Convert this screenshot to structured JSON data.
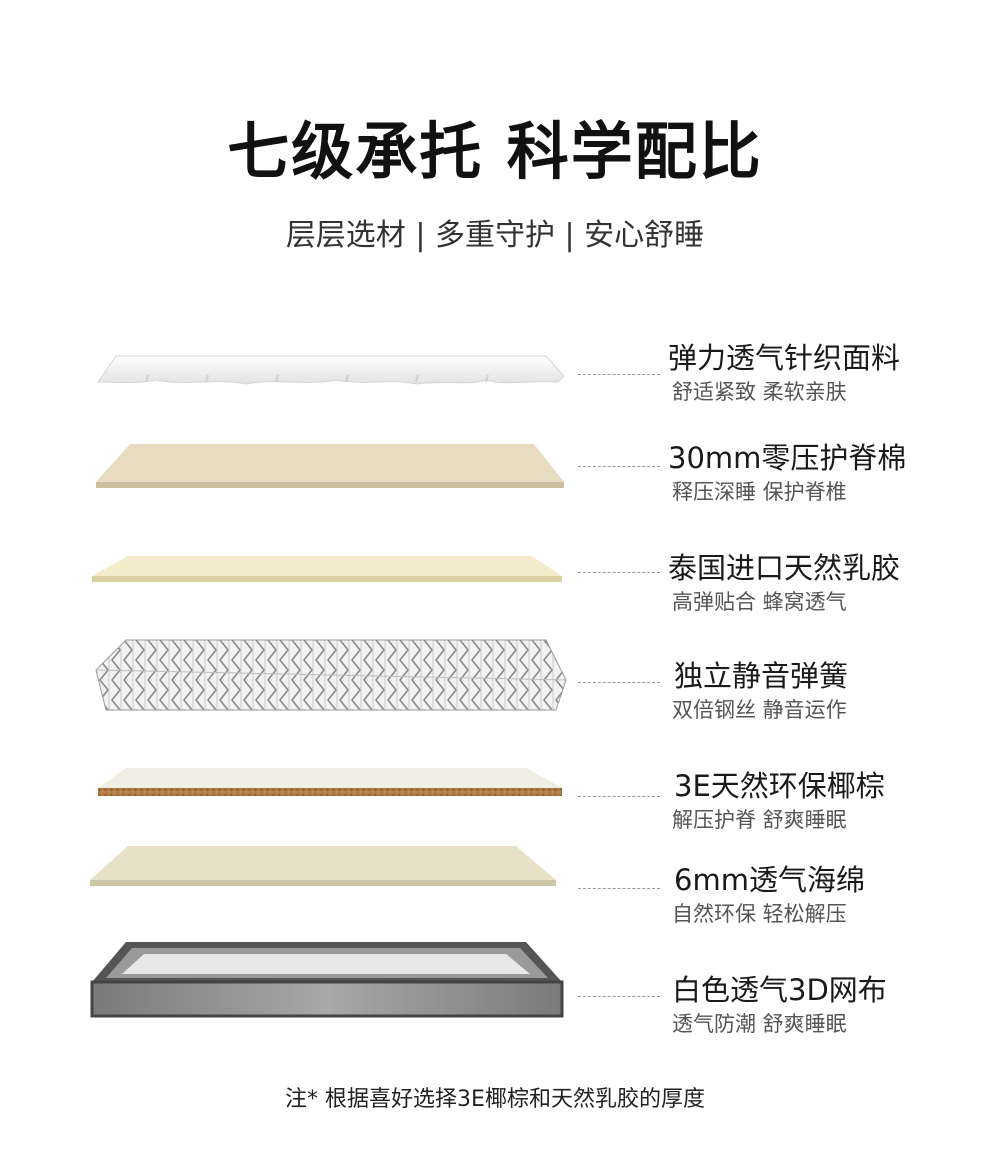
{
  "header": {
    "title": "七级承托 科学配比",
    "subtitle": "层层选材 | 多重守护 | 安心舒睡"
  },
  "layers": [
    {
      "name": "弹力透气针织面料",
      "desc": "舒适紧致 柔软亲肤"
    },
    {
      "name": "30mm零压护脊棉",
      "desc": "释压深睡 保护脊椎"
    },
    {
      "name": "泰国进口天然乳胶",
      "desc": "高弹贴合 蜂窝透气"
    },
    {
      "name": "独立静音弹簧",
      "desc": "双倍钢丝 静音运作"
    },
    {
      "name": "3E天然环保椰棕",
      "desc": "解压护脊 舒爽睡眠"
    },
    {
      "name": "6mm透气海绵",
      "desc": "自然环保 轻松解压"
    },
    {
      "name": "白色透气3D网布",
      "desc": "透气防潮 舒爽睡眠"
    }
  ],
  "footer": {
    "note": "注* 根据喜好选择3E椰棕和天然乳胶的厚度"
  }
}
